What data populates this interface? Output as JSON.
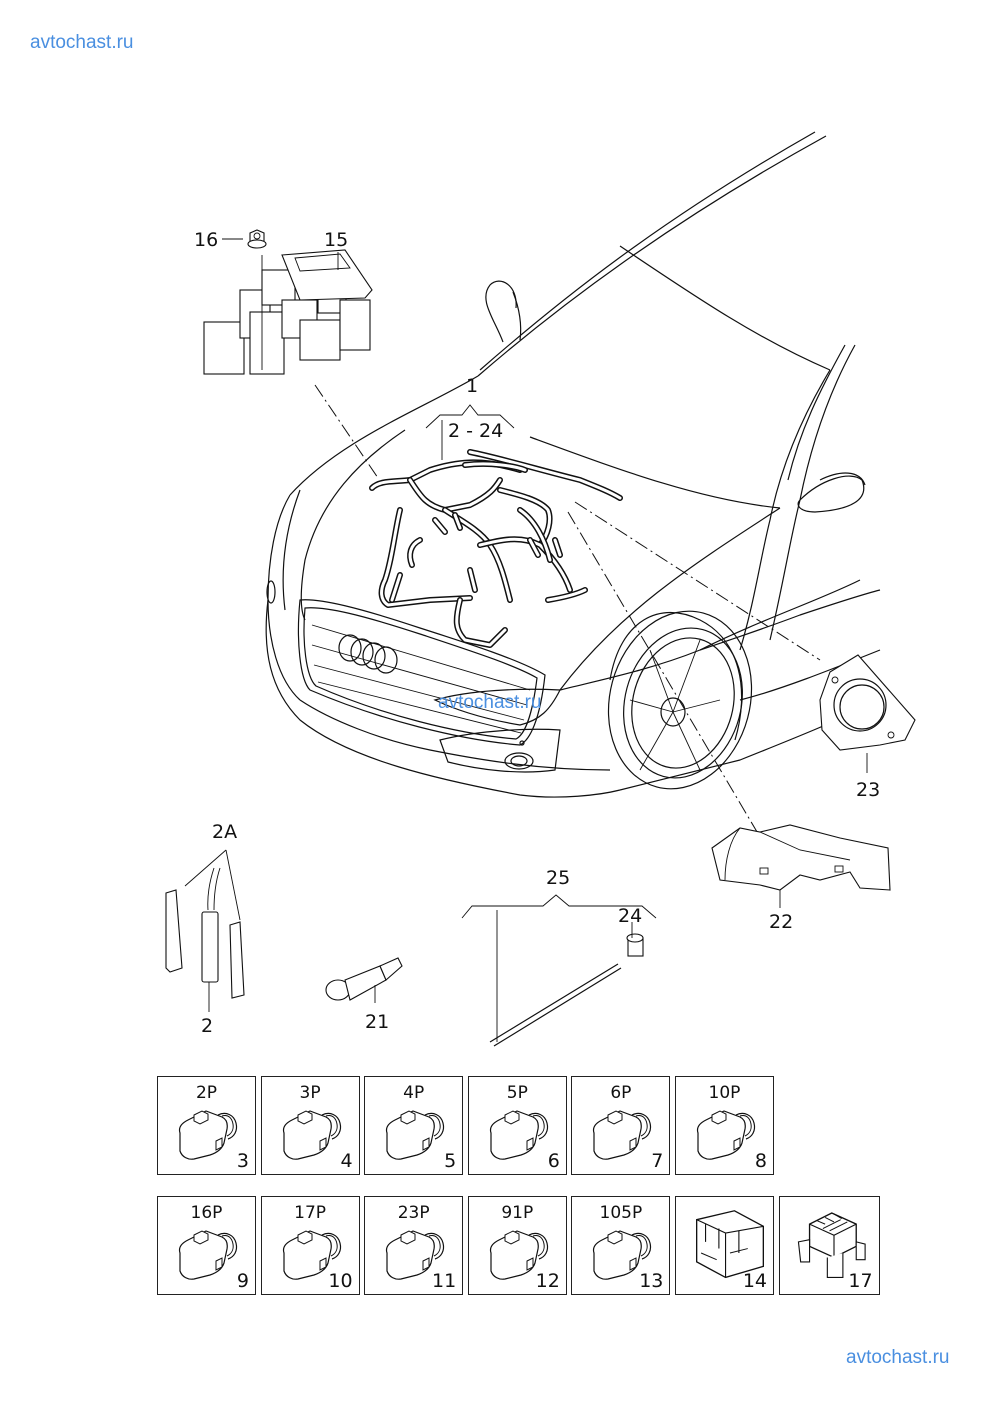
{
  "watermarks": {
    "top": "avtochast.ru",
    "middle": "avtochast.ru",
    "bottom": "avtochast.ru"
  },
  "callouts": {
    "harness_main": "1",
    "harness_range": "2 - 24",
    "nut": "16",
    "fuse_box": "15",
    "sleeve": "2A",
    "wire_end": "2",
    "grommet": "21",
    "lead_set": "25",
    "lead_connector": "24",
    "housing_22": "22",
    "housing_23": "23"
  },
  "connectors_row1": [
    {
      "pins": "2P",
      "number": "3",
      "icon": "round-connector-icon"
    },
    {
      "pins": "3P",
      "number": "4",
      "icon": "round-connector-icon"
    },
    {
      "pins": "4P",
      "number": "5",
      "icon": "round-connector-icon"
    },
    {
      "pins": "5P",
      "number": "6",
      "icon": "round-connector-icon"
    },
    {
      "pins": "6P",
      "number": "7",
      "icon": "round-connector-icon"
    },
    {
      "pins": "10P",
      "number": "8",
      "icon": "round-connector-icon"
    }
  ],
  "connectors_row2": [
    {
      "pins": "16P",
      "number": "9",
      "icon": "round-connector-icon"
    },
    {
      "pins": "17P",
      "number": "10",
      "icon": "round-connector-icon"
    },
    {
      "pins": "23P",
      "number": "11",
      "icon": "round-connector-icon"
    },
    {
      "pins": "91P",
      "number": "12",
      "icon": "round-connector-icon"
    },
    {
      "pins": "105P",
      "number": "13",
      "icon": "round-connector-icon"
    },
    {
      "pins": "",
      "number": "14",
      "icon": "multi-pin-housing-icon"
    },
    {
      "pins": "",
      "number": "17",
      "icon": "relay-socket-icon"
    }
  ]
}
